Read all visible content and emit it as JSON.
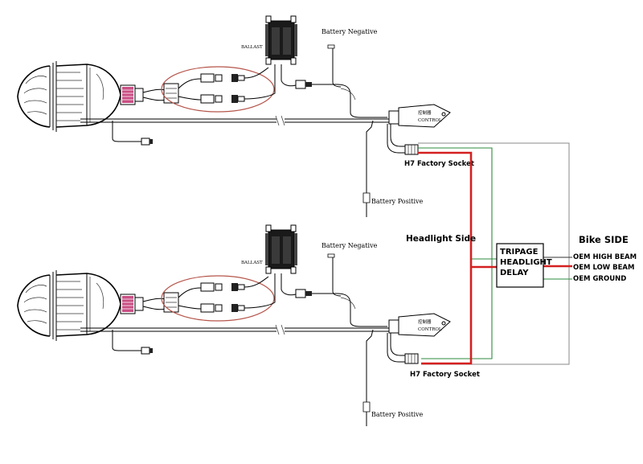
{
  "labels": {
    "ballast": "BALLAST",
    "battery_negative": "Battery Negative",
    "battery_positive": "Battery Positive",
    "h7_factory_socket": "H7 Factory Socket",
    "control_cn": "控制器",
    "control_en": "CONTROL",
    "headlight_side": "Headlight Side",
    "bike_side": "Bike SIDE",
    "delay_box": [
      "TRIPAGE",
      "HEADLIGHT",
      "DELAY"
    ],
    "oem_high_beam": "OEM HIGH BEAM",
    "oem_low_beam": "OEM LOW BEAM",
    "oem_ground": "OEM GROUND"
  },
  "colors": {
    "wire": "#000000",
    "red_wire": "#d42020",
    "green_wire": "#2e8b3e",
    "gray_wire": "#8a8a8a",
    "connector_highlight": "#c0306e",
    "ellipse": "#b5554a"
  }
}
